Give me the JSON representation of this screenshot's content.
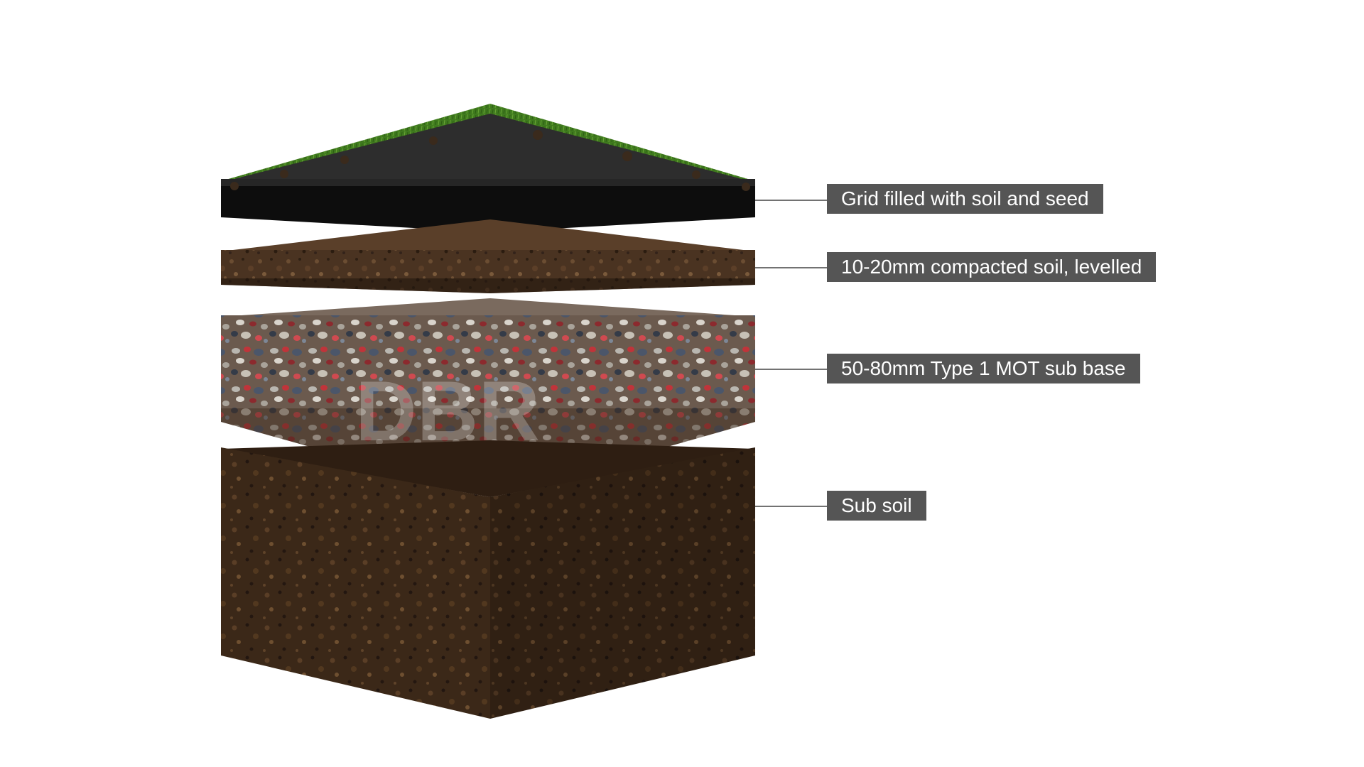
{
  "diagram": {
    "layers": [
      {
        "label": "Grid filled with soil and seed"
      },
      {
        "label": "10-20mm compacted soil, levelled"
      },
      {
        "label": "50-80mm Type 1 MOT sub base"
      },
      {
        "label": "Sub soil"
      }
    ],
    "watermark_text": "DBR",
    "colors": {
      "label_bg": "#555555",
      "label_text": "#ffffff",
      "leader_line": "#444444",
      "grass": "#3f7a1e",
      "grid_black": "#222222",
      "soil": "#4a3321",
      "gravel": "#8a7a70",
      "subsoil": "#3e2a1a"
    }
  }
}
